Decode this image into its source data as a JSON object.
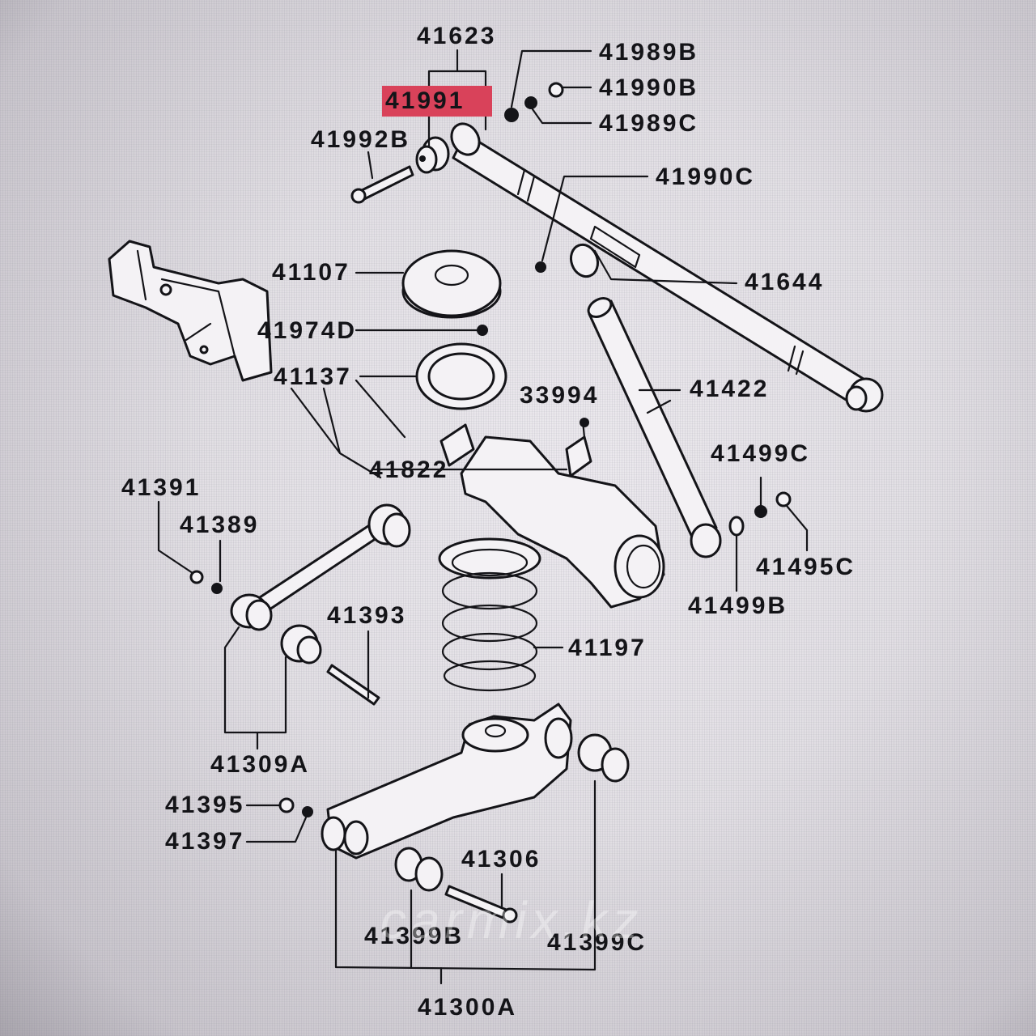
{
  "diagram": {
    "title": "Rear suspension parts diagram",
    "highlight_color": "#d9425a",
    "highlighted_part": "41991",
    "watermark": "carmix.kz",
    "labels": {
      "p41623": "41623",
      "p41991": "41991",
      "p41989B": "41989B",
      "p41990B": "41990B",
      "p41989C": "41989C",
      "p41992B": "41992B",
      "p41990C": "41990C",
      "p41644": "41644",
      "p41107": "41107",
      "p41974D": "41974D",
      "p41137": "41137",
      "p33994": "33994",
      "p41422": "41422",
      "p41822": "41822",
      "p41499C": "41499C",
      "p41391": "41391",
      "p41389": "41389",
      "p41495C": "41495C",
      "p41499B": "41499B",
      "p41393": "41393",
      "p41197": "41197",
      "p41309A": "41309A",
      "p41395": "41395",
      "p41397": "41397",
      "p41306": "41306",
      "p41399B": "41399B",
      "p41399C": "41399C",
      "p41300A": "41300A"
    }
  }
}
